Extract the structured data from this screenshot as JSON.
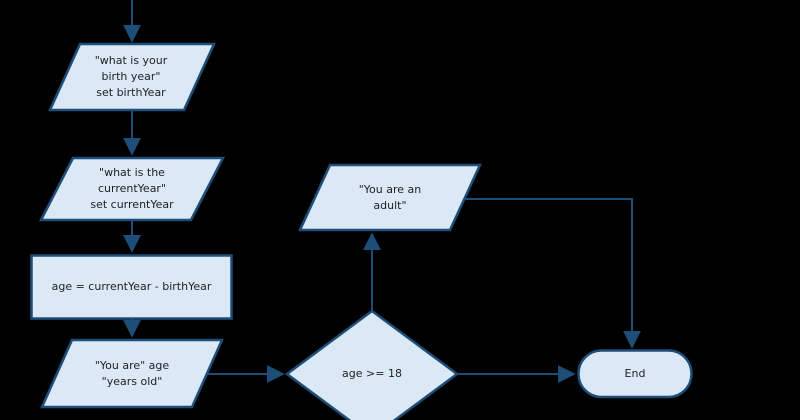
{
  "diagram": {
    "title": "age flowchart",
    "colors": {
      "background": "#000000",
      "shape_fill": "#dbe8f6",
      "shape_stroke": "#1d4e77",
      "connector": "#1d4e77",
      "text": "#1f1f1f"
    },
    "nodes": {
      "birth_year_input": {
        "type": "input-output",
        "label": "\"what is your\nbirth year\"\nset birthYear"
      },
      "current_year_input": {
        "type": "input-output",
        "label": "\"what is the\ncurrentYear\"\nset currentYear"
      },
      "age_assignment": {
        "type": "process",
        "label": "age = currentYear - birthYear"
      },
      "age_output": {
        "type": "input-output",
        "label": "\"You are\" age\n\"years old\""
      },
      "adult_check": {
        "type": "decision",
        "label": "age >= 18"
      },
      "adult_output": {
        "type": "input-output",
        "label": "\"You are an\nadult\""
      },
      "end_terminator": {
        "type": "terminator",
        "label": "End"
      }
    }
  }
}
